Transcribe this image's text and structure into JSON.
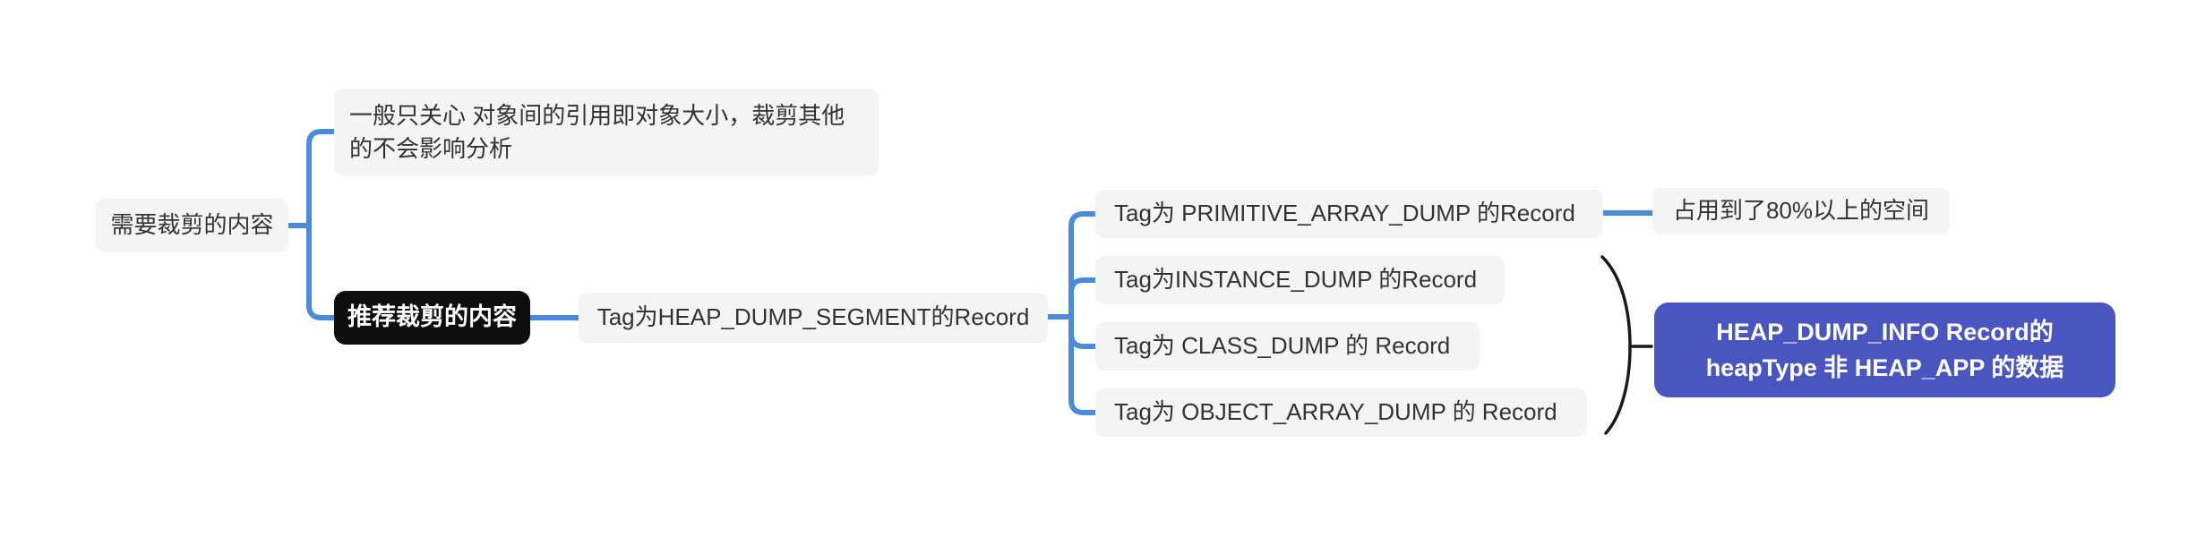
{
  "diagram": {
    "type": "mindmap",
    "colors": {
      "canvas_bg": "#ffffff",
      "connector_blue": "#4a8bdb",
      "node_bg": "#f4f4f5",
      "node_text": "#333333",
      "black_node_bg": "#0e0e0e",
      "black_node_text": "#ffffff",
      "primary_node_bg": "#4a56c0",
      "primary_node_text": "#ffffff",
      "brace": "#1a1a1a"
    },
    "nodes": {
      "root": {
        "label": "需要裁剪的内容"
      },
      "note": {
        "label": "一般只关心 对象间的引用即对象大小，裁剪其他的不会影响分析"
      },
      "recommend": {
        "label": "推荐裁剪的内容"
      },
      "segment": {
        "label": "Tag为HEAP_DUMP_SEGMENT的Record"
      },
      "children": [
        {
          "label": "Tag为 PRIMITIVE_ARRAY_DUMP 的Record"
        },
        {
          "label": "Tag为INSTANCE_DUMP 的Record"
        },
        {
          "label": "Tag为 CLASS_DUMP 的 Record"
        },
        {
          "label": "Tag为 OBJECT_ARRAY_DUMP 的 Record"
        }
      ],
      "leaf": {
        "label": "占用到了80%以上的空间"
      },
      "summary": {
        "label_line1": "HEAP_DUMP_INFO Record的",
        "label_line2": "heapType 非 HEAP_APP 的数据"
      }
    }
  }
}
